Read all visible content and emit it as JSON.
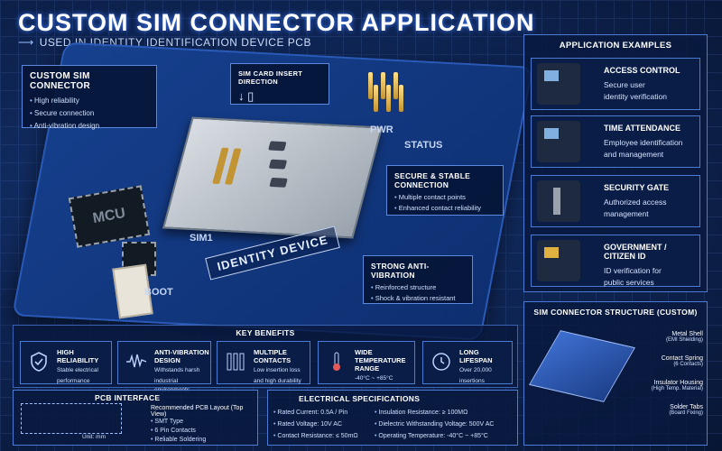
{
  "header": {
    "title": "CUSTOM SIM CONNECTOR APPLICATION",
    "subtitle": "USED IN IDENTITY IDENTIFICATION DEVICE PCB"
  },
  "pcb_labels": {
    "mcu": "MCU",
    "sim1": "SIM1",
    "boot": "BOOT",
    "pwr": "PWR",
    "status": "STATUS",
    "identity_device": "IDENTITY DEVICE"
  },
  "callouts": {
    "custom_sim": {
      "title": "CUSTOM SIM CONNECTOR",
      "items": [
        "High reliability",
        "Secure connection",
        "Anti-vibration design"
      ]
    },
    "insert_direction": {
      "title": "SIM CARD INSERT DIRECTION"
    },
    "secure_connection": {
      "title": "SECURE & STABLE CONNECTION",
      "items": [
        "Multiple contact points",
        "Enhanced contact reliability"
      ]
    },
    "anti_vibration": {
      "title": "STRONG ANTI-VIBRATION",
      "items": [
        "Reinforced structure",
        "Shock & vibration resistant"
      ]
    }
  },
  "applications": {
    "title": "APPLICATION EXAMPLES",
    "items": [
      {
        "title": "ACCESS CONTROL",
        "desc1": "Secure user",
        "desc2": "identity verification",
        "icon": "access-terminal-icon"
      },
      {
        "title": "TIME ATTENDANCE",
        "desc1": "Employee identification",
        "desc2": "and management",
        "icon": "attendance-terminal-icon"
      },
      {
        "title": "SECURITY GATE",
        "desc1": "Authorized access",
        "desc2": "management",
        "icon": "turnstile-gate-icon"
      },
      {
        "title": "GOVERNMENT / CITIZEN ID",
        "desc1": "ID verification for",
        "desc2": "public services",
        "icon": "id-reader-icon"
      }
    ]
  },
  "structure": {
    "title": "SIM CONNECTOR STRUCTURE (CUSTOM)",
    "parts": [
      {
        "name": "Metal Shell",
        "note": "(EMI Shielding)"
      },
      {
        "name": "Contact Spring",
        "note": "(6 Contacts)"
      },
      {
        "name": "Insulator Housing",
        "note": "(High Temp. Material)"
      },
      {
        "name": "Solder Tabs",
        "note": "(Board Fixing)"
      }
    ]
  },
  "benefits": {
    "title": "KEY BENEFITS",
    "items": [
      {
        "title": "HIGH RELIABILITY",
        "d1": "Stable electrical",
        "d2": "performance",
        "icon": "shield-check-icon"
      },
      {
        "title": "ANTI-VIBRATION",
        "title2": "DESIGN",
        "d1": "Withstands harsh",
        "d2": "industrial environments",
        "icon": "vibration-wave-icon"
      },
      {
        "title": "MULTIPLE CONTACTS",
        "d1": "Low insertion loss",
        "d2": "and high durability",
        "icon": "contacts-icon"
      },
      {
        "title": "WIDE TEMPERATURE",
        "title2": "RANGE",
        "d1": "-40°C ~ +85°C",
        "d2": "",
        "icon": "thermometer-icon"
      },
      {
        "title": "LONG LIFESPAN",
        "d1": "Over 20,000",
        "d2": "insertions",
        "icon": "clock-icon"
      }
    ]
  },
  "pcb_interface": {
    "title": "PCB INTERFACE",
    "layout_title": "Recommended PCB Layout (Top View)",
    "items": [
      "SMT Type",
      "6 Pin Contacts",
      "Reliable Soldering"
    ],
    "unit": "Unit: mm"
  },
  "electrical": {
    "title": "ELECTRICAL SPECIFICATIONS",
    "left": [
      "Rated Current: 0.5A / Pin",
      "Rated Voltage: 10V AC",
      "Contact Resistance: ≤ 50mΩ"
    ],
    "right": [
      "Insulation Resistance: ≥ 100MΩ",
      "Dielectric Withstanding Voltage: 500V AC",
      "Operating Temperature: -40°C ~ +85°C"
    ]
  },
  "colors": {
    "background": "#0a1a3c",
    "accent": "#4c7bd4",
    "pcb": "#16408e"
  }
}
